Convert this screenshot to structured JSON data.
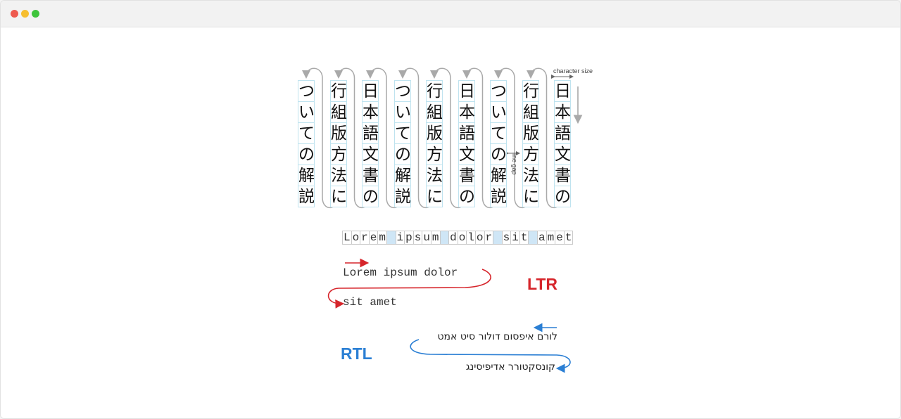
{
  "colors": {
    "ltr_accent": "#d6252b",
    "rtl_accent": "#2b7fd4",
    "cell_border": "#bfe3ef",
    "space_fill": "#cfe6f6",
    "arrow_gray": "#a9a9a9"
  },
  "vertical_text": {
    "columns_right_to_left": [
      "日本語文書の",
      "行組版方法に",
      "ついての解説",
      "日本語文書の",
      "行組版方法に",
      "ついての解説",
      "日本語文書の",
      "行組版方法に",
      "ついての解説"
    ],
    "character_size_label": "character size",
    "line_gap_label": "line gap"
  },
  "grid_text": {
    "characters": [
      "L",
      "o",
      "r",
      "e",
      "m",
      " ",
      "i",
      "p",
      "s",
      "u",
      "m",
      " ",
      "d",
      "o",
      "l",
      "o",
      "r",
      " ",
      "s",
      "i",
      "t",
      " ",
      "a",
      "m",
      "e",
      "t"
    ]
  },
  "ltr_example": {
    "line1": "Lorem ipsum dolor",
    "line2": "sit amet",
    "label": "LTR"
  },
  "rtl_example": {
    "line1": "לורם איפסום דולור סיט אמט",
    "line2": "קונסקטורר אדיפיסינג",
    "label": "RTL"
  }
}
